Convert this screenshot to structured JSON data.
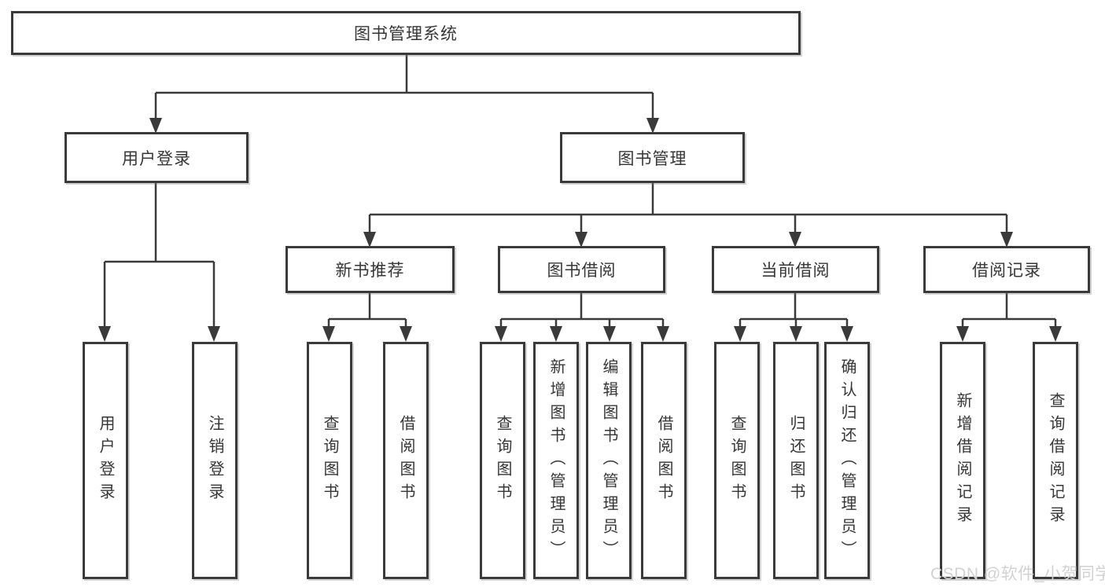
{
  "tree": {
    "label": "图书管理系统",
    "children": [
      {
        "label": "用户登录",
        "children": [
          {
            "label": "用户登录"
          },
          {
            "label": "注销登录"
          }
        ]
      },
      {
        "label": "图书管理",
        "children": [
          {
            "label": "新书推荐",
            "children": [
              {
                "label": "查询图书"
              },
              {
                "label": "借阅图书"
              }
            ]
          },
          {
            "label": "图书借阅",
            "children": [
              {
                "label": "查询图书"
              },
              {
                "label": "新增图书（管理员）"
              },
              {
                "label": "编辑图书（管理员）"
              },
              {
                "label": "借阅图书"
              }
            ]
          },
          {
            "label": "当前借阅",
            "children": [
              {
                "label": "查询图书"
              },
              {
                "label": "归还图书"
              },
              {
                "label": "确认归还（管理员）"
              }
            ]
          },
          {
            "label": "借阅记录",
            "children": [
              {
                "label": "新增借阅记录"
              },
              {
                "label": "查询借阅记录"
              }
            ]
          }
        ]
      }
    ]
  },
  "watermark": "CSDN @软件_小贺同学",
  "colors": {
    "line": "#3a3a3a",
    "text": "#363636",
    "background": "#ffffff",
    "watermark": "#d2d2d2"
  }
}
